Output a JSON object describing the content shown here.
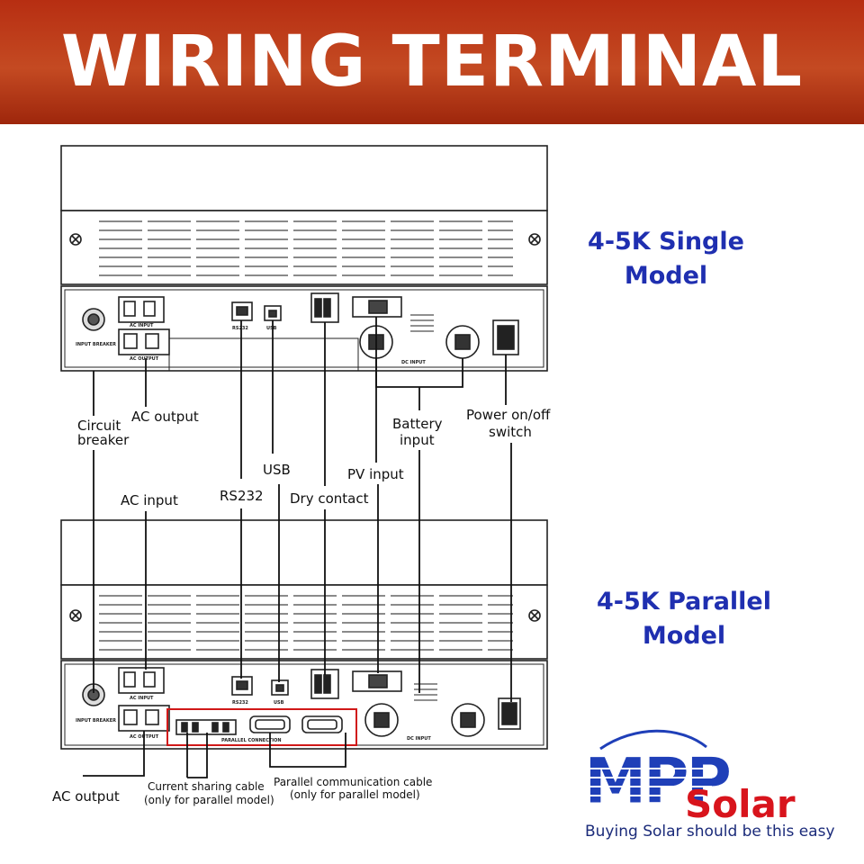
{
  "banner": {
    "title": "WIRING TERMINAL"
  },
  "models": {
    "single": {
      "line1": "4-5K Single",
      "line2": "Model"
    },
    "parallel": {
      "line1": "4-5K Parallel",
      "line2": "Model"
    }
  },
  "callouts": {
    "circuit_breaker_1": "Circuit",
    "circuit_breaker_2": "breaker",
    "ac_output_top": "AC output",
    "battery_input_1": "Battery",
    "battery_input_2": "input",
    "power_switch_1": "Power on/off",
    "power_switch_2": "switch",
    "usb": "USB",
    "pv_input": "PV input",
    "ac_input": "AC input",
    "rs232": "RS232",
    "dry_contact": "Dry contact",
    "ac_output_bottom": "AC output",
    "current_sharing_1": "Current sharing cable",
    "current_sharing_2": "(only for parallel model)",
    "parallel_comm_1": "Parallel communication cable",
    "parallel_comm_2": "(only for parallel model)"
  },
  "panel_markings": {
    "ac_input": "AC INPUT",
    "ac_output": "AC OUTPUT",
    "input_breaker": "INPUT BREAKER",
    "rs232": "RS232",
    "usb": "USB",
    "dc_input": "DC INPUT",
    "parallel_connection": "PARALLEL CONNECTION"
  },
  "logo": {
    "mpp": "MPP",
    "solar": "Solar",
    "tagline": "Buying Solar should be this easy",
    "colors": {
      "blue": "#1f3fb8",
      "red": "#d8141c",
      "text": "#1b2b7a"
    }
  },
  "colors": {
    "banner": "#b83010",
    "model_label": "#1f2fb0",
    "highlight_box": "#d01818"
  }
}
